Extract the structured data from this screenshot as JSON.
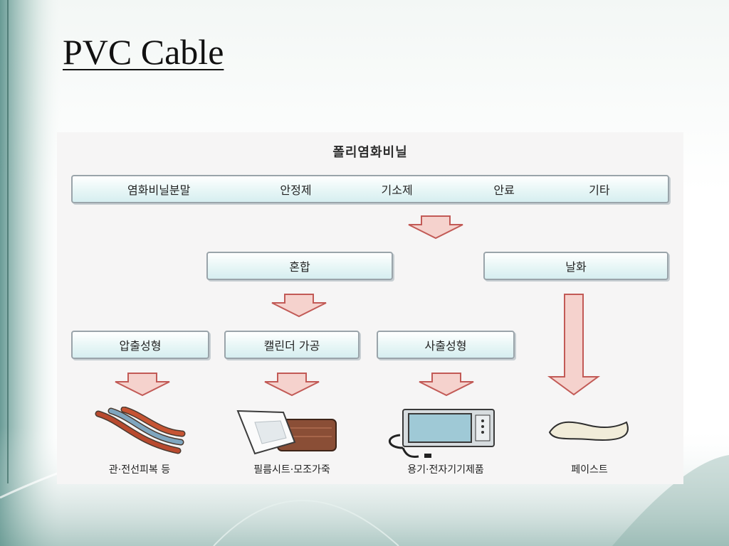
{
  "slide": {
    "title": "PVC Cable"
  },
  "diagram": {
    "title": "폴리염화비닐",
    "ingredients": [
      "염화비닐분말",
      "안정제",
      "기소제",
      "안료",
      "기타"
    ],
    "mixing": "혼합",
    "sol": "날화",
    "processes": [
      "압출성형",
      "캘린더 가공",
      "사출성형"
    ],
    "products": [
      "관·전선피복 등",
      "필름시트·모조가죽",
      "용기·전자기기제품",
      "페이스트"
    ]
  }
}
